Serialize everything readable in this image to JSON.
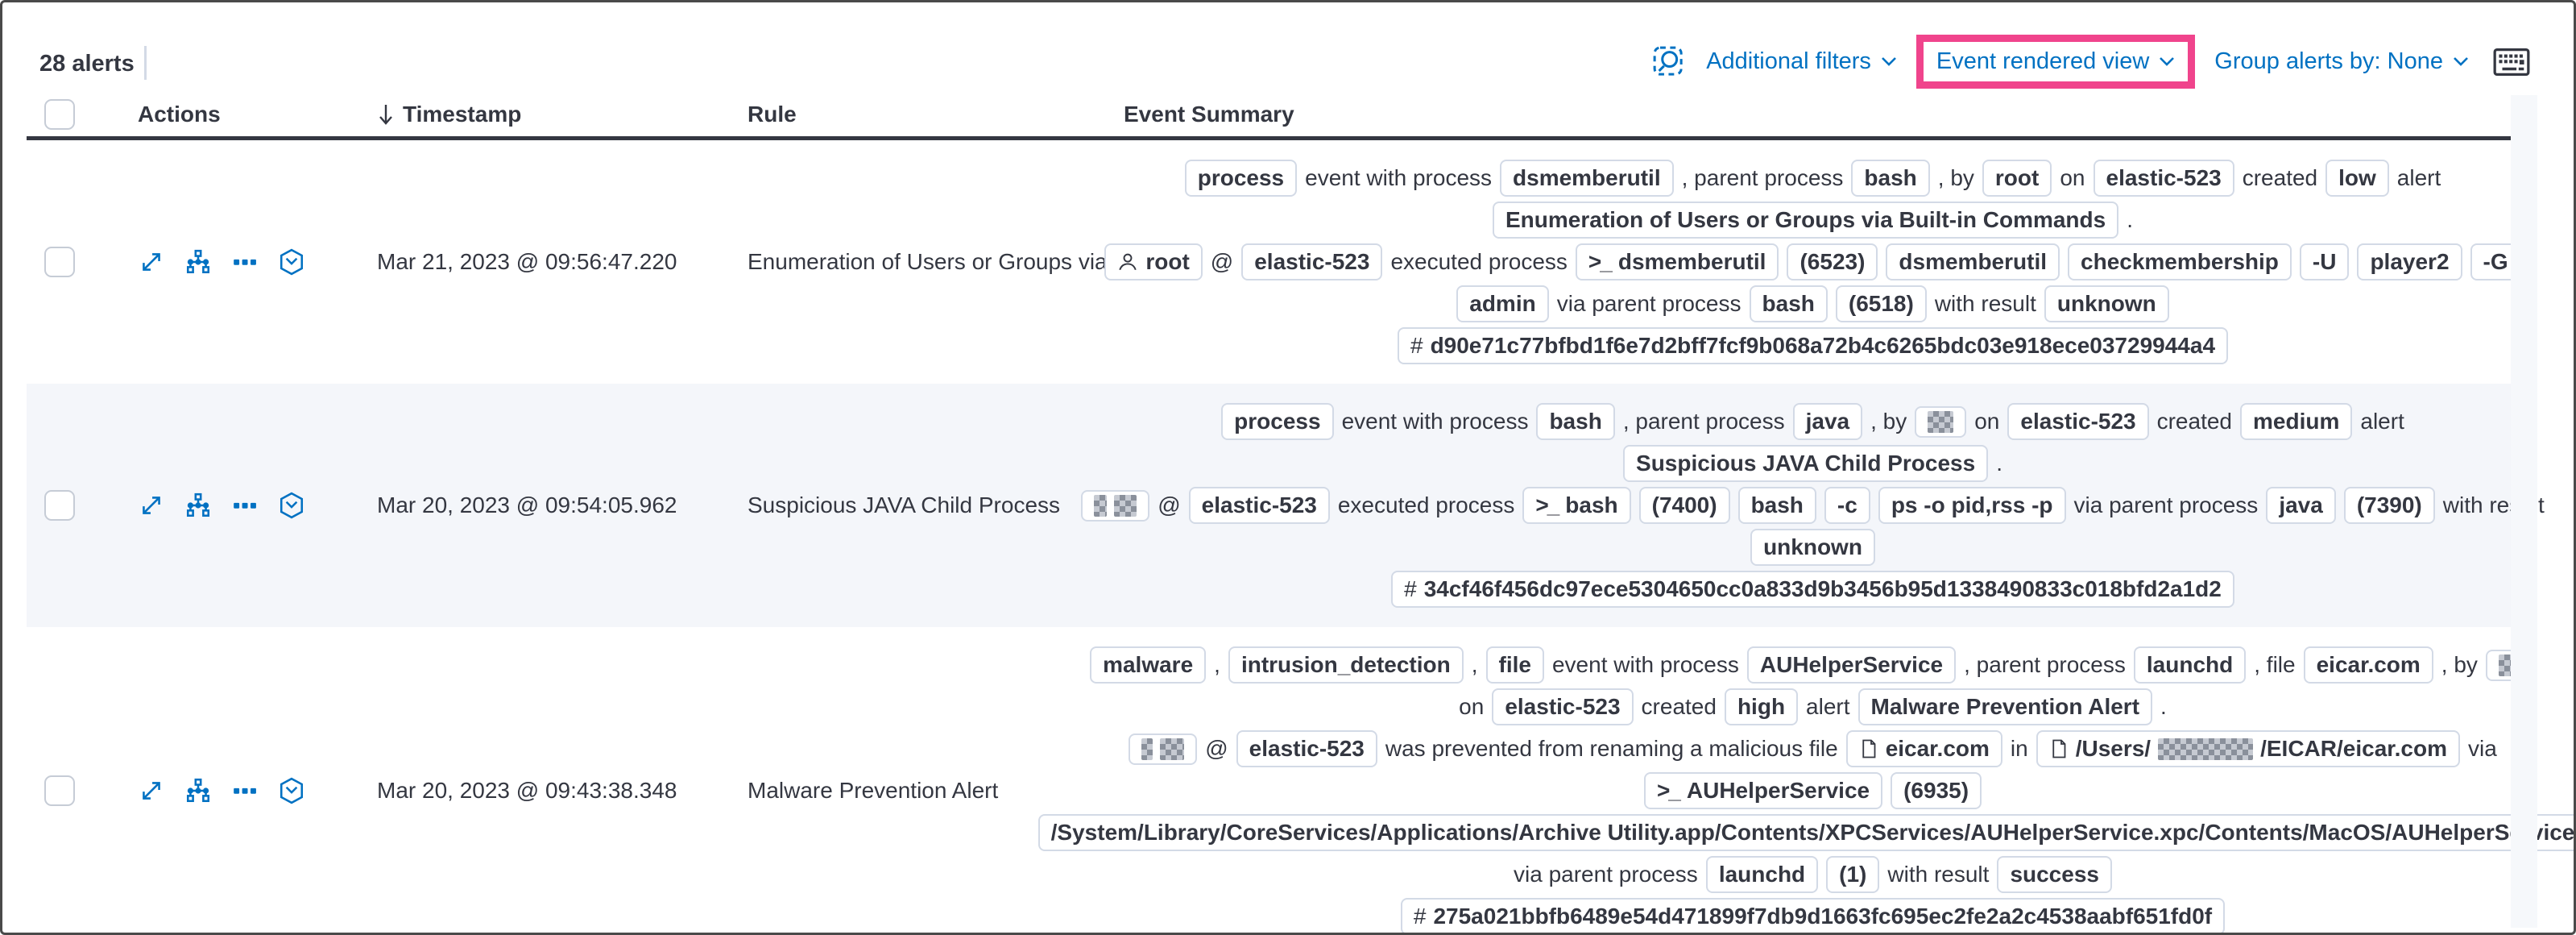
{
  "toolbar": {
    "alert_count": "28 alerts",
    "additional_filters_label": "Additional filters",
    "event_rendered_view_label": "Event rendered view",
    "group_alerts_by_label": "Group alerts by: None"
  },
  "icons": {
    "inspect": "magnifier-in-dashed-frame",
    "keyboard": "keyboard-shortcuts",
    "chevron": "chevron-down",
    "sort": "sort-descending-arrow",
    "row_actions": [
      "expand-event",
      "analyze-event",
      "more-actions",
      "session-view"
    ],
    "badge_icons": {
      "user": "person-outline",
      "terminal": ">_ console prompt",
      "file": "document-page",
      "hash": "# hash sign"
    }
  },
  "colors": {
    "accent_blue": "#0071c2",
    "highlight_pink": "#f0448c",
    "text": "#343741",
    "badge_border": "#d3dae6",
    "row_alt_bg": "#f4f6fa",
    "header_rule": "#343741"
  },
  "table": {
    "headers": {
      "actions": "Actions",
      "timestamp": "Timestamp",
      "rule": "Rule",
      "event_summary": "Event Summary"
    },
    "rows": [
      {
        "timestamp": "Mar 21, 2023 @ 09:56:47.220",
        "rule": "Enumeration of Users or Groups via Bui",
        "summary_lines": [
          [
            {
              "badge": "process"
            },
            {
              "text": "event with process"
            },
            {
              "badge": "dsmemberutil"
            },
            {
              "text": ", parent process"
            },
            {
              "badge": "bash"
            },
            {
              "text": ", by"
            },
            {
              "badge": "root"
            },
            {
              "text": "on"
            },
            {
              "badge": "elastic-523"
            },
            {
              "text": "created"
            },
            {
              "badge": "low"
            },
            {
              "text": "alert"
            }
          ],
          [
            {
              "badge": "Enumeration of Users or Groups via Built-in Commands"
            },
            {
              "text": "."
            }
          ],
          [
            {
              "badge": "root",
              "icon": "user"
            },
            {
              "text": "@"
            },
            {
              "badge": "elastic-523"
            },
            {
              "text": "executed process"
            },
            {
              "badge": "dsmemberutil",
              "icon": "terminal"
            },
            {
              "badge": "(6523)"
            },
            {
              "badge": "dsmemberutil"
            },
            {
              "badge": "checkmembership"
            },
            {
              "badge": "-U"
            },
            {
              "badge": "player2"
            },
            {
              "badge": "-G"
            }
          ],
          [
            {
              "badge": "admin"
            },
            {
              "text": "via parent process"
            },
            {
              "badge": "bash"
            },
            {
              "badge": "(6518)"
            },
            {
              "text": "with result"
            },
            {
              "badge": "unknown"
            }
          ],
          [
            {
              "badge": "d90e71c77bfbd1f6e7d2bff7fcf9b068a72b4c6265bdc03e918ece03729944a4",
              "icon": "hash"
            }
          ]
        ]
      },
      {
        "timestamp": "Mar 20, 2023 @ 09:54:05.962",
        "rule": "Suspicious JAVA Child Process",
        "summary_lines": [
          [
            {
              "badge": "process"
            },
            {
              "text": "event with process"
            },
            {
              "badge": "bash"
            },
            {
              "text": ", parent process"
            },
            {
              "badge": "java"
            },
            {
              "text": ", by"
            },
            {
              "badge": [
                {
                  "blur": 32
                }
              ]
            },
            {
              "text": "on"
            },
            {
              "badge": "elastic-523"
            },
            {
              "text": "created"
            },
            {
              "badge": "medium"
            },
            {
              "text": "alert"
            }
          ],
          [
            {
              "badge": "Suspicious JAVA Child Process"
            },
            {
              "text": "."
            }
          ],
          [
            {
              "badge": [
                {
                  "blur": 16
                },
                {
                  "blur": 28
                }
              ]
            },
            {
              "text": "@"
            },
            {
              "badge": "elastic-523"
            },
            {
              "text": "executed process"
            },
            {
              "badge": "bash",
              "icon": "terminal"
            },
            {
              "badge": "(7400)"
            },
            {
              "badge": "bash"
            },
            {
              "badge": "-c"
            },
            {
              "badge": "ps -o pid,rss -p"
            },
            {
              "text": "via parent process"
            },
            {
              "badge": "java"
            },
            {
              "badge": "(7390)"
            },
            {
              "text": "with result"
            }
          ],
          [
            {
              "badge": "unknown"
            }
          ],
          [
            {
              "badge": "34cf46f456dc97ece5304650cc0a833d9b3456b95d1338490833c018bfd2a1d2",
              "icon": "hash"
            }
          ]
        ]
      },
      {
        "timestamp": "Mar 20, 2023 @ 09:43:38.348",
        "rule": "Malware Prevention Alert",
        "summary_lines": [
          [
            {
              "badge": "malware"
            },
            {
              "text": ","
            },
            {
              "badge": "intrusion_detection"
            },
            {
              "text": ","
            },
            {
              "badge": "file"
            },
            {
              "text": "event with process"
            },
            {
              "badge": "AUHelperService"
            },
            {
              "text": ", parent process"
            },
            {
              "badge": "launchd"
            },
            {
              "text": ", file"
            },
            {
              "badge": "eicar.com"
            },
            {
              "text": ", by"
            },
            {
              "badge": [
                {
                  "blur": 30
                }
              ]
            }
          ],
          [
            {
              "text": "on"
            },
            {
              "badge": "elastic-523"
            },
            {
              "text": "created"
            },
            {
              "badge": "high"
            },
            {
              "text": "alert"
            },
            {
              "badge": "Malware Prevention Alert"
            },
            {
              "text": "."
            }
          ],
          [
            {
              "badge": [
                {
                  "blur": 14
                },
                {
                  "blur": 30
                }
              ]
            },
            {
              "text": "@"
            },
            {
              "badge": "elastic-523"
            },
            {
              "text": "was prevented from renaming a malicious file"
            },
            {
              "badge": "eicar.com",
              "icon": "file"
            },
            {
              "text": "in"
            },
            {
              "badge": [
                {
                  "text": "/Users/"
                },
                {
                  "blur": 118
                },
                {
                  "text": "/EICAR/eicar.com"
                }
              ],
              "icon": "file"
            },
            {
              "text": "via"
            }
          ],
          [
            {
              "badge": "AUHelperService",
              "icon": "terminal"
            },
            {
              "badge": "(6935)"
            }
          ],
          [
            {
              "badge": "/System/Library/CoreServices/Applications/Archive Utility.app/Contents/XPCServices/AUHelperService.xpc/Contents/MacOS/AUHelperService"
            }
          ],
          [
            {
              "text": "via parent process"
            },
            {
              "badge": "launchd"
            },
            {
              "badge": "(1)"
            },
            {
              "text": "with result"
            },
            {
              "badge": "success"
            }
          ],
          [
            {
              "badge": "275a021bbfb6489e54d471899f7db9d1663fc695ec2fe2a2c4538aabf651fd0f",
              "icon": "hash"
            }
          ]
        ]
      }
    ]
  }
}
